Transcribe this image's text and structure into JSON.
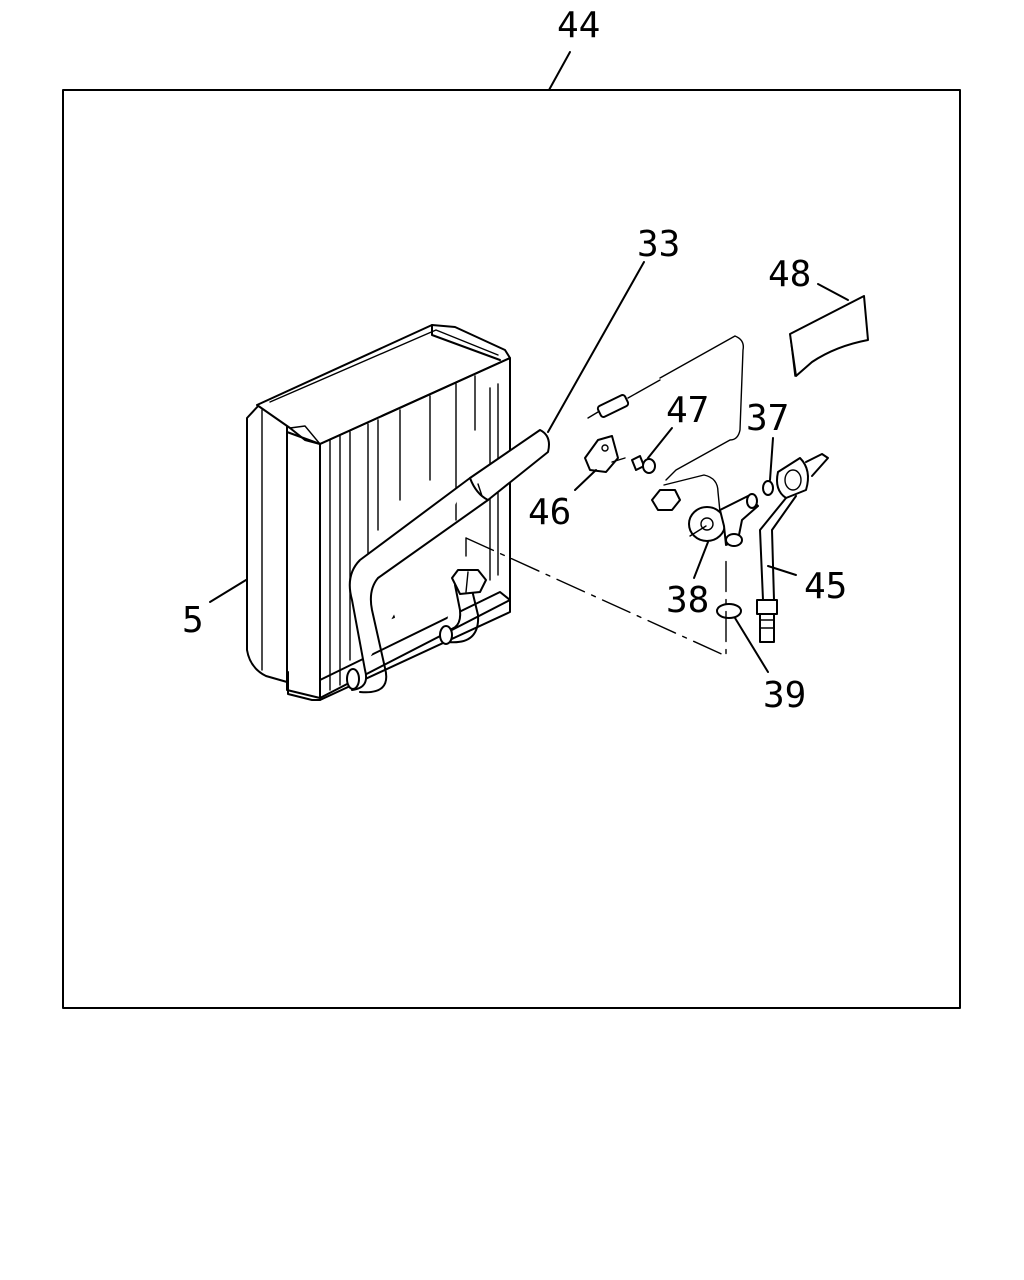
{
  "callouts": {
    "c44": "44",
    "c33": "33",
    "c48": "48",
    "c47": "47",
    "c37": "37",
    "c46": "46",
    "c38": "38",
    "c45": "45",
    "c5": "5",
    "c39": "39"
  }
}
